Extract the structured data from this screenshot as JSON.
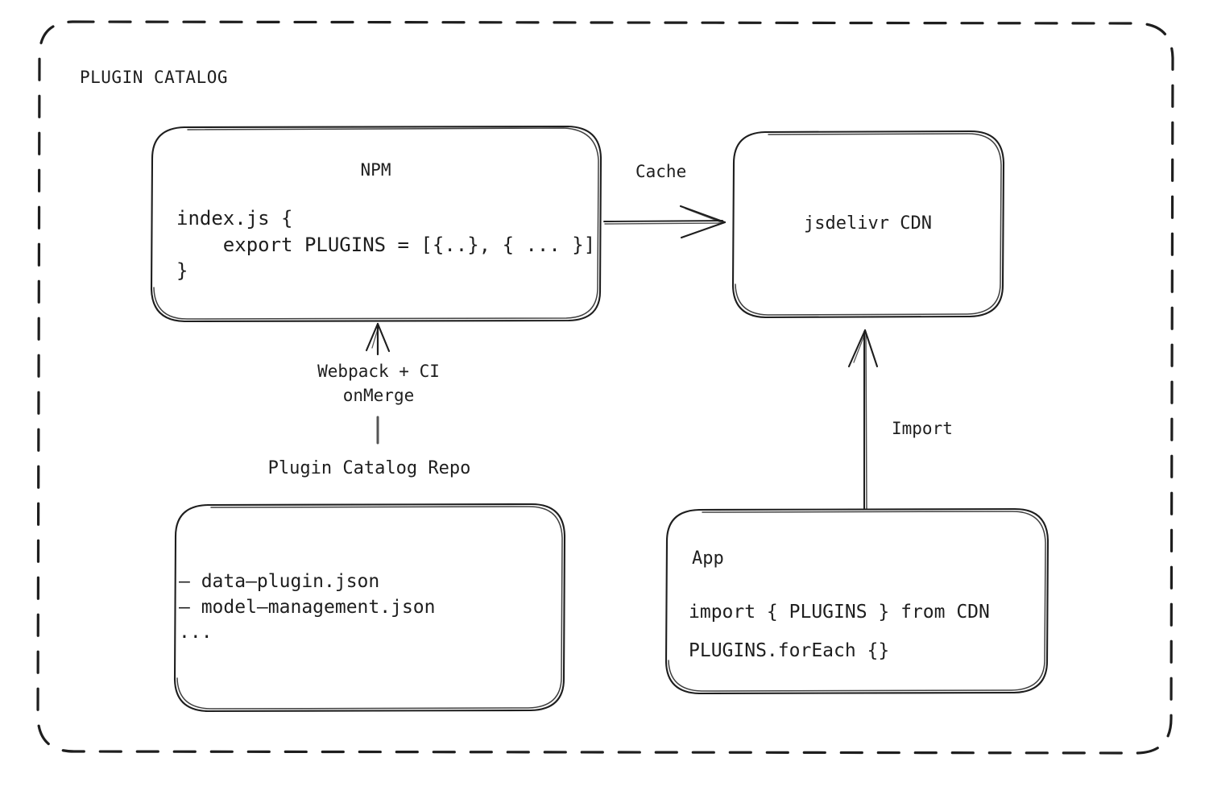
{
  "diagram": {
    "group_title": "PLUGIN CATALOG",
    "background_color": "#ffffff",
    "stroke_color": "#1e1e1e",
    "text_color": "#1e1e1e"
  },
  "nodes": {
    "npm": {
      "title": "NPM",
      "code": "index.js {\n    export PLUGINS = [{..}, { ... }]\n}"
    },
    "cdn": {
      "title": "jsdelivr CDN"
    },
    "repo": {
      "title": "Plugin Catalog Repo",
      "list": "– data–plugin.json\n– model–management.json\n..."
    },
    "app": {
      "title": "App",
      "line1": "import { PLUGINS } from CDN",
      "line2": "PLUGINS.forEach {}"
    }
  },
  "edges": {
    "cache": {
      "label": "Cache"
    },
    "webpack": {
      "label": "Webpack + CI\nonMerge"
    },
    "import": {
      "label": "Import"
    }
  }
}
